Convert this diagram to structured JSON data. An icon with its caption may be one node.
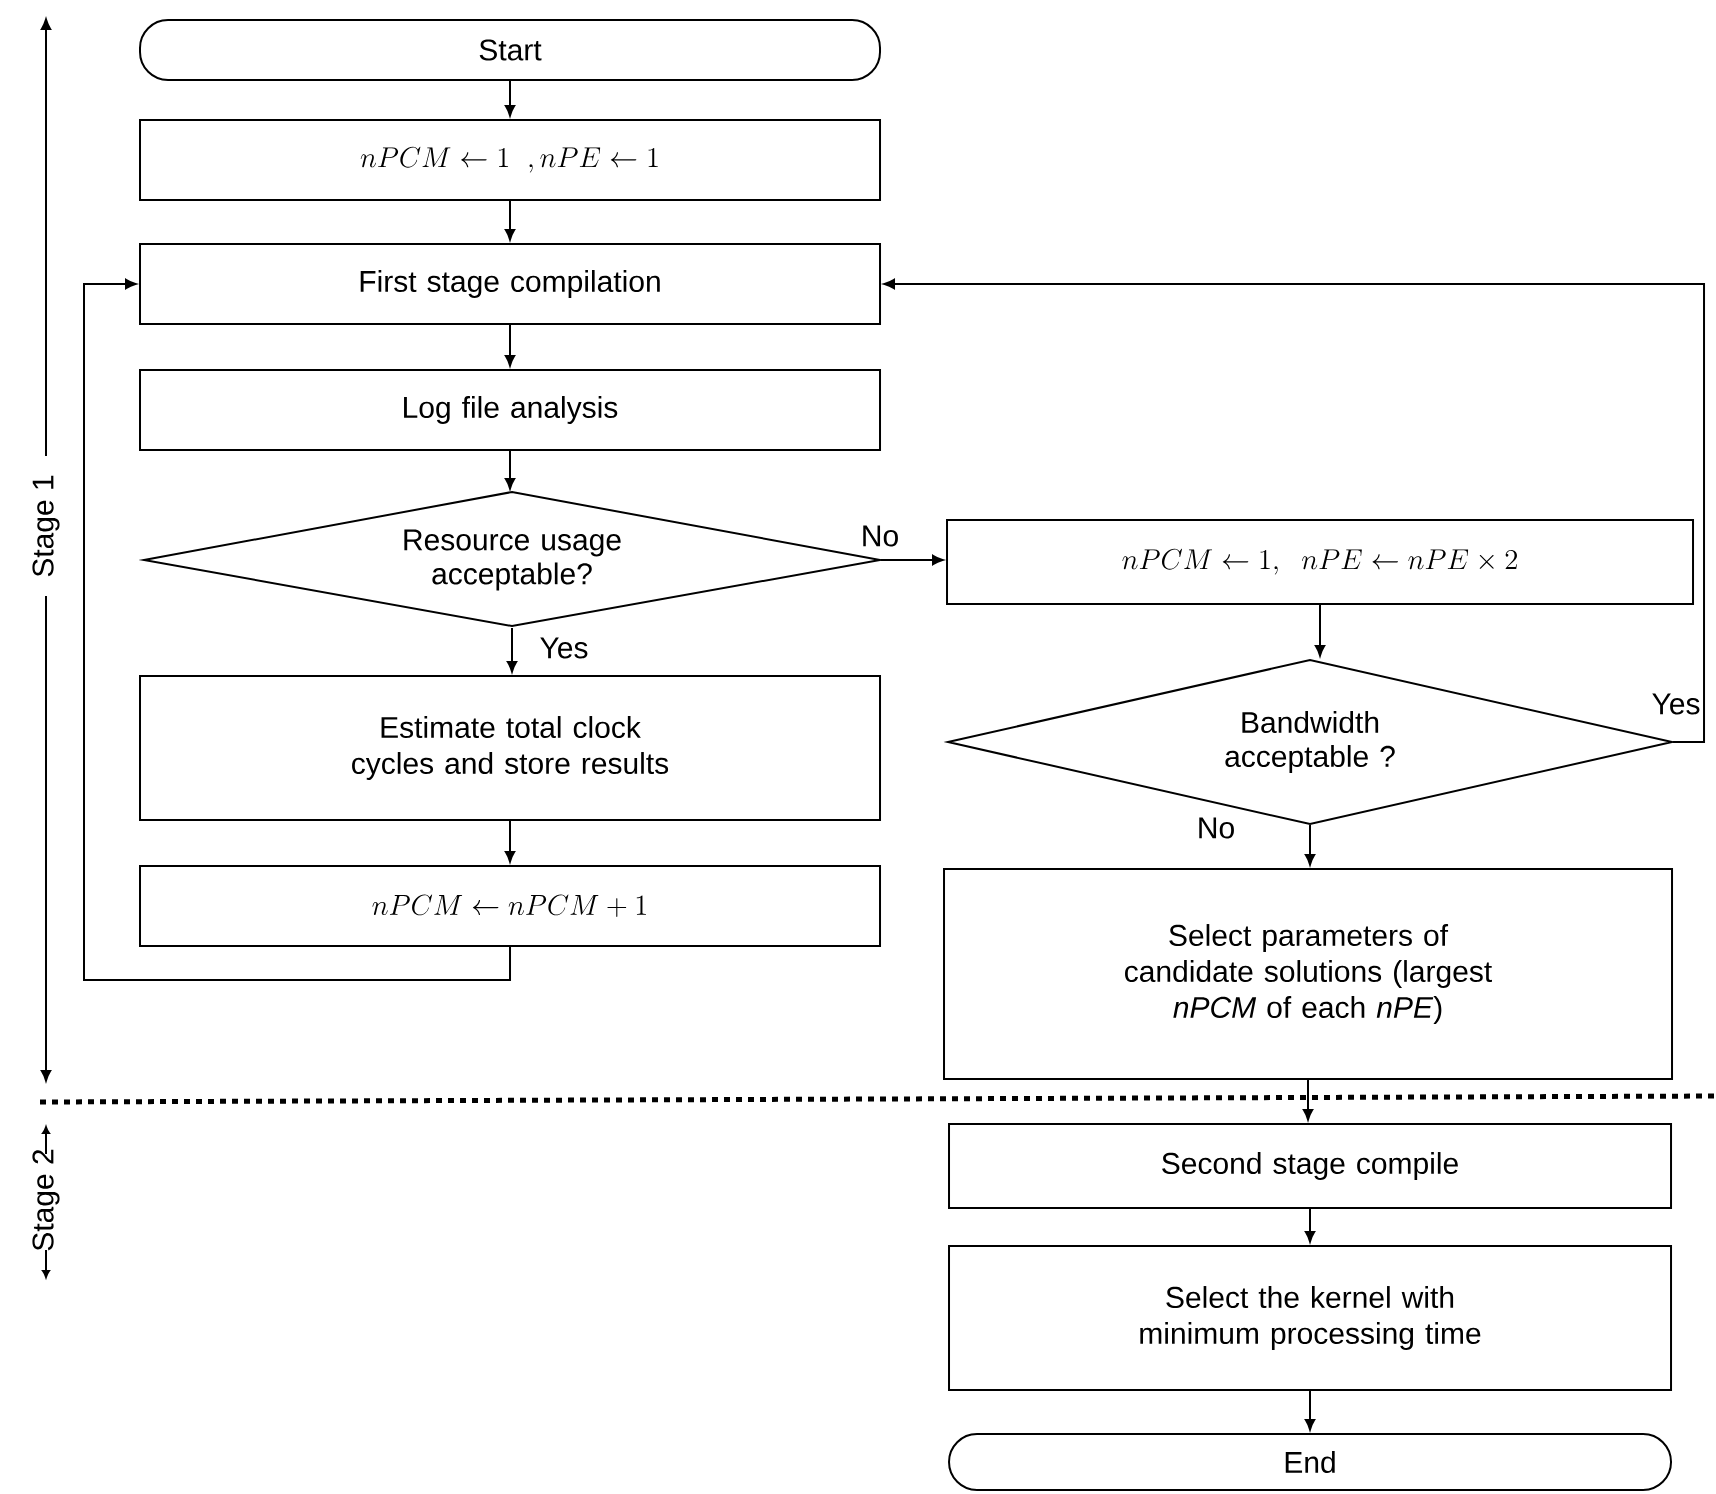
{
  "diagram": {
    "nodes": [
      {
        "text": [
          "Start"
        ]
      },
      {
        "text": [
          "nPCM \\leftarrow 1\\ \\ ,nPE \\leftarrow 1"
        ]
      },
      {
        "text": [
          "First stage compilation"
        ]
      },
      {
        "text": [
          "Log file analysis"
        ]
      },
      {
        "text": [
          "Resource usage acceptable?"
        ]
      },
      {
        "text": [
          "Estimate total clock cycles and store results"
        ]
      },
      {
        "text": [
          "nPCM \\leftarrow nPCM + 1"
        ]
      },
      {
        "text": [
          "nPCM \\leftarrow 1,\\ \\ nPE \\leftarrow nPE\\times 2"
        ]
      },
      {
        "text": [
          "Bandwidth acceptable ?"
        ]
      },
      {
        "text": [
          "Select parameters of candidate solutions (largest *nPCM* of each *nPE*)"
        ]
      },
      {
        "text": [
          "Second stage compile"
        ]
      },
      {
        "text": [
          "Select the kernel with minimum processing time"
        ]
      },
      {
        "text": [
          "End"
        ]
      }
    ],
    "edges": [
      {
        "from": 0,
        "to": 1,
        "arrow": "to"
      },
      {
        "from": 1,
        "to": 2,
        "arrow": "to"
      },
      {
        "from": 2,
        "to": 3,
        "arrow": "to"
      },
      {
        "from": 3,
        "to": 4,
        "arrow": "to"
      },
      {
        "from": 4,
        "to": 5,
        "arrow": "to",
        "label": "Yes"
      },
      {
        "from": 5,
        "to": 6,
        "arrow": "to"
      },
      {
        "from": 6,
        "to": 2,
        "arrow": "to"
      },
      {
        "from": 4,
        "to": 7,
        "arrow": "to",
        "label": "No"
      },
      {
        "from": 7,
        "to": 8,
        "arrow": "to"
      },
      {
        "from": 8,
        "to": 9,
        "arrow": "to",
        "label": "No"
      },
      {
        "from": 8,
        "to": 2,
        "arrow": "to",
        "label": "Yes"
      },
      {
        "from": 9,
        "to": 10,
        "arrow": "to"
      },
      {
        "from": 10,
        "to": 11,
        "arrow": "to"
      },
      {
        "from": 11,
        "to": 12,
        "arrow": "to"
      }
    ],
    "labels": [
      "Stage 1",
      "Stage 2"
    ]
  }
}
